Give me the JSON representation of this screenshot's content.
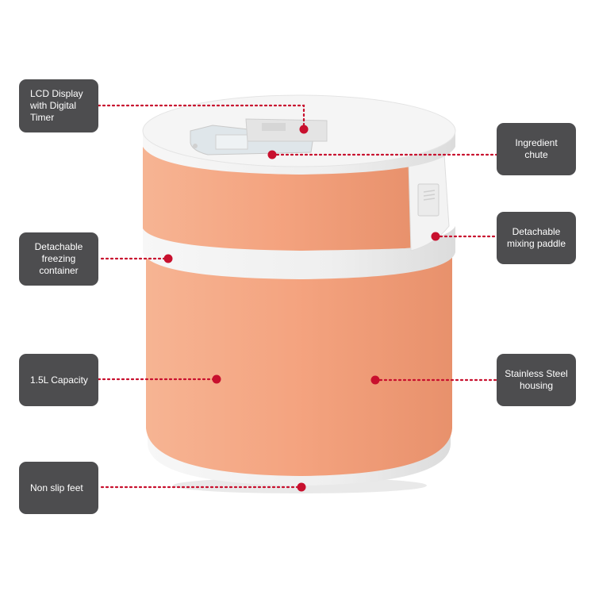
{
  "callouts": {
    "lcd_display": "LCD Display\nwith Digital\nTimer",
    "ingredient_chute": "Ingredient\nchute",
    "freezing_container": "Detachable\nfreezing\ncontainer",
    "mixing_paddle": "Detachable\nmixing paddle",
    "capacity": "1.5L Capacity",
    "housing": "Stainless Steel\nhousing",
    "feet": "Non slip feet"
  },
  "colors": {
    "body_orange": "#f4a37f",
    "trim_white": "#f2f2f2",
    "callout_bg": "#4d4d4f",
    "leader_red": "#c8102e"
  }
}
